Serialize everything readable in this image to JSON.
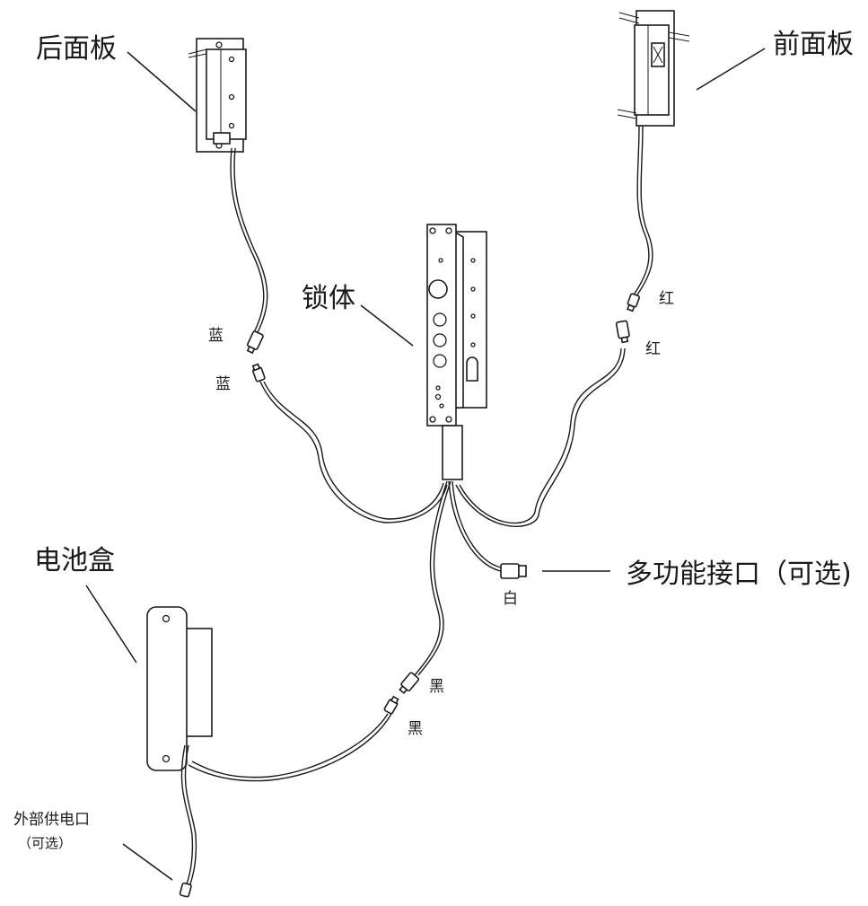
{
  "labels": {
    "rear_panel": "后面板",
    "front_panel": "前面板",
    "lock_body": "锁体",
    "battery_box": "电池盒",
    "multi_interface": "多功能接口（可选)",
    "external_power": "外部供电口",
    "external_power_optional": "（可选）"
  },
  "connector_colors": {
    "blue_upper": "蓝",
    "blue_lower": "蓝",
    "red_upper": "红",
    "red_lower": "红",
    "white": "白",
    "black_upper": "黑",
    "black_lower": "黑"
  },
  "icons": {
    "rear_panel": "rear-panel-drawing",
    "front_panel": "front-panel-drawing",
    "lock_body": "lock-body-drawing",
    "battery_box": "battery-box-drawing",
    "connector": "wire-connector-plug"
  }
}
